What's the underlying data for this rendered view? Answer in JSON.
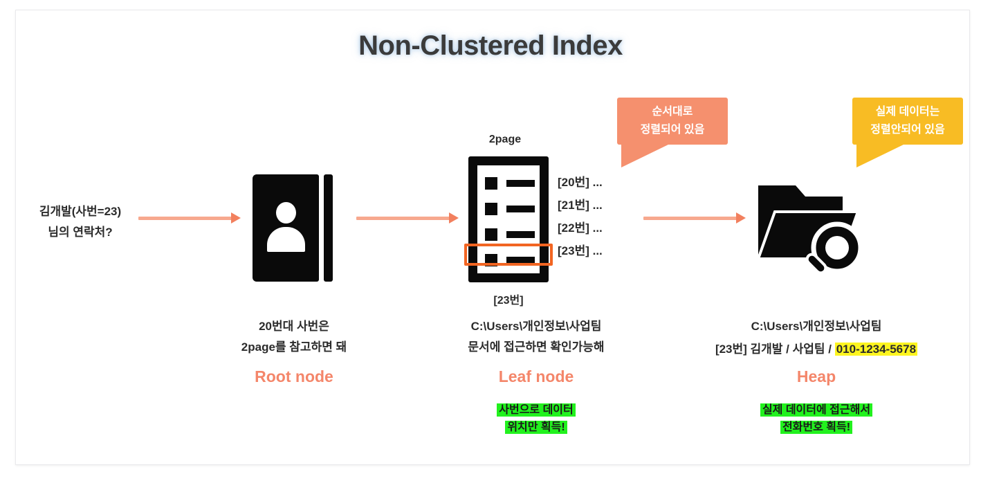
{
  "page": {
    "title": "Non-Clustered Index",
    "accent_salmon": "#f4866a",
    "accent_orange": "#f26522",
    "accent_yellow": "#f8bc24",
    "highlight_green": "#22f11e",
    "highlight_yellow": "#fdf520"
  },
  "query": {
    "line1": "김개발(사번=23)",
    "line2": "님의 연락처?"
  },
  "root_node": {
    "icon": "address-book-icon",
    "caption_line1": "20번대 사번은",
    "caption_line2": "2page를 참고하면 돼",
    "label": "Root node"
  },
  "leaf_node": {
    "icon": "document-list-icon",
    "page_label": "2page",
    "index_entries": [
      "[20번] ...",
      "[21번] ...",
      "[22번] ...",
      "[23번] ..."
    ],
    "pointer_label": "[23번]",
    "caption_line1": "C:\\Users\\개인정보\\사업팀",
    "caption_line2": "문서에 접근하면 확인가능해",
    "label": "Leaf node",
    "note_line1": "사번으로 데이터",
    "note_line2": "위치만 획득!"
  },
  "heap": {
    "icon": "folder-search-icon",
    "caption_line1": "C:\\Users\\개인정보\\사업팀",
    "record_prefix": "[23번] 김개발 / 사업팀 / ",
    "record_phone": "010-1234-5678",
    "label": "Heap",
    "note_line1": "실제 데이터에 접근해서",
    "note_line2": "전화번호 획득!"
  },
  "callouts": {
    "sorted": {
      "line1": "순서대로",
      "line2": "정렬되어 있음"
    },
    "unsorted": {
      "line1": "실제 데이터는",
      "line2": "정렬안되어 있음"
    }
  }
}
